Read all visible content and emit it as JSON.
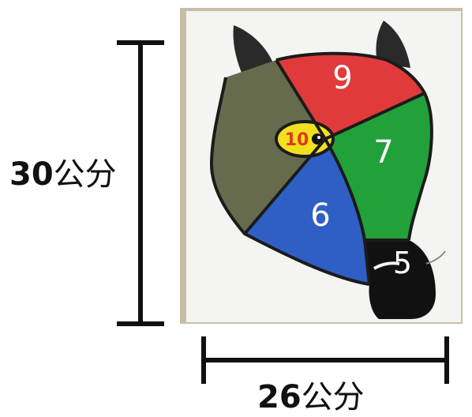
{
  "height_label": {
    "value": "30",
    "unit": "公分"
  },
  "width_label": {
    "value": "26",
    "unit": "公分"
  },
  "target_zones": [
    {
      "number": "9",
      "color": "#e03a3a"
    },
    {
      "number": "7",
      "color": "#22a03a"
    },
    {
      "number": "6",
      "color": "#2f5fc4"
    },
    {
      "number": "5",
      "color": "#111111"
    },
    {
      "number": "10",
      "color": "#f2e020"
    }
  ],
  "colors": {
    "left_cheek": "#666b4e",
    "ears": "#2a2a2a",
    "outline": "#1b1b1b",
    "photo_background": "#c7bfa5",
    "paper": "#f4f4f2",
    "ten_text": "#e03a1c",
    "dimension_lines": "#111111"
  }
}
